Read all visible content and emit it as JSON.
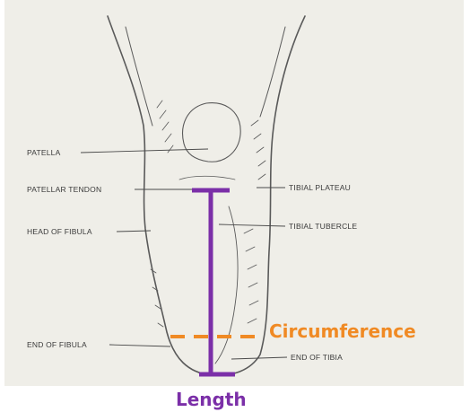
{
  "colors": {
    "paper": "#efeee8",
    "ink": "#3a3a3a",
    "length": "#7b2fa8",
    "circumference": "#f08a24"
  },
  "labels": {
    "patella": "PATELLA",
    "patellar_tendon": "PATELLAR TENDON",
    "head_of_fibula": "HEAD OF FIBULA",
    "end_of_fibula": "END OF FIBULA",
    "tibial_plateau": "TIBIAL PLATEAU",
    "tibial_tubercle": "TIBIAL TUBERCLE",
    "end_of_tibia": "END OF TIBIA"
  },
  "measurements": {
    "length": "Length",
    "circumference": "Circumference"
  }
}
